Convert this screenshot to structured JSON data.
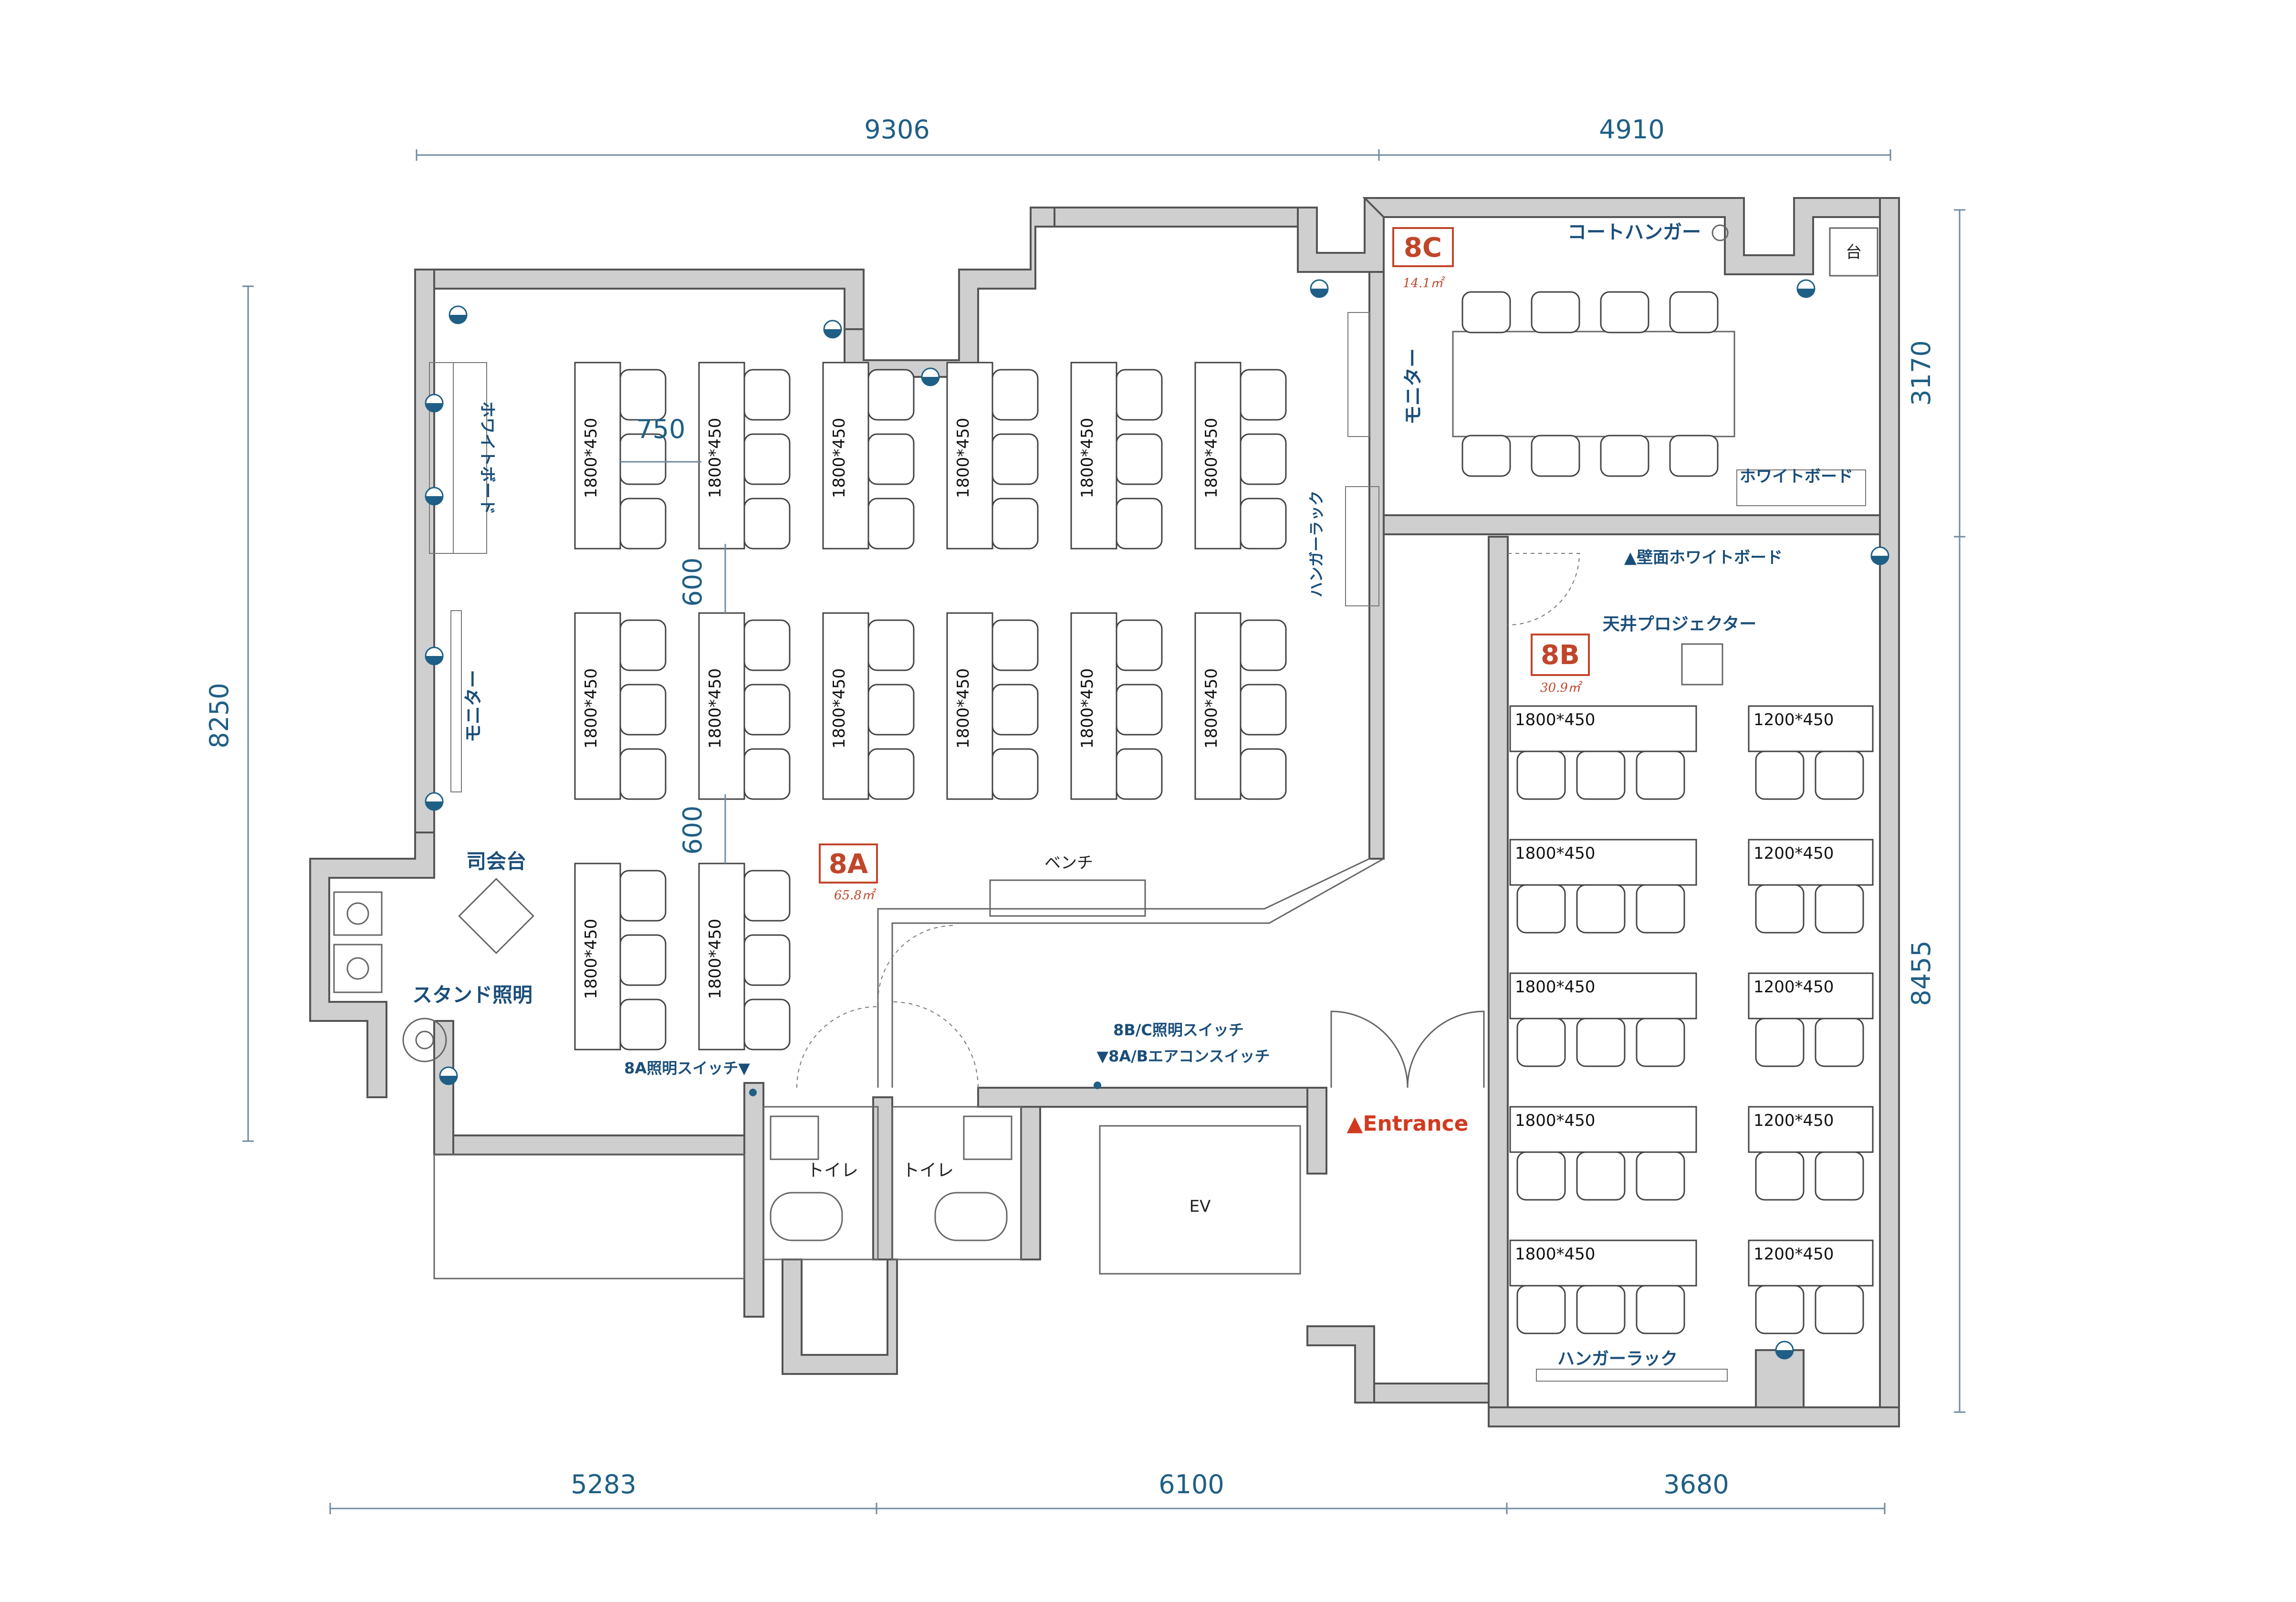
{
  "dimensions": {
    "top": [
      "9306",
      "4910"
    ],
    "bottom": [
      "5283",
      "6100",
      "3680"
    ],
    "left": "8250",
    "right_top": "3170",
    "right_bottom": "8455",
    "inner_750": "750",
    "inner_600_a": "600",
    "inner_600_b": "600"
  },
  "rooms": {
    "r8a": {
      "name": "8A",
      "area": "65.8㎡"
    },
    "r8b": {
      "name": "8B",
      "area": "30.9㎡"
    },
    "r8c": {
      "name": "8C",
      "area": "14.1㎡"
    }
  },
  "labels": {
    "whiteboard_8a": "ホワイトボード",
    "monitor_8a": "モニター",
    "podium": "司会台",
    "stand_light": "スタンド照明",
    "light_switch_8a": "8A照明スイッチ▼",
    "hanger_rack_8a": "ハンガーラック",
    "bench": "ベンチ",
    "switch_8bc_light": "8B/C照明スイッチ",
    "switch_ac": "▼8A/Bエアコンスイッチ",
    "toilet_1": "トイレ",
    "toilet_2": "トイレ",
    "ev": "EV",
    "entrance": "▲Entrance",
    "coat_hanger": "コートハンガー",
    "stand_8c": "台",
    "monitor_8c": "モニター",
    "whiteboard_8c": "ホワイトボード",
    "wall_whiteboard_8b": "▲壁面ホワイトボード",
    "projector_8b": "天井プロジェクター",
    "hanger_rack_8b": "ハンガーラック"
  },
  "desk_sizes": {
    "d8a": "1800*450",
    "d8b_left": "1800*450",
    "d8b_right": "1200*450"
  },
  "colors": {
    "wall": "#cfcfcf",
    "accent_red": "#c0462a",
    "accent_blue": "#1a4e7a",
    "dimension": "#1f5f86"
  }
}
